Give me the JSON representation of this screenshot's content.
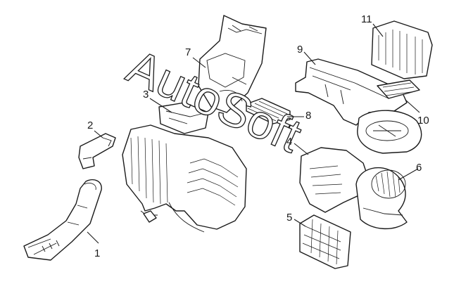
{
  "callouts": {
    "p1": "1",
    "p2": "2",
    "p3": "3",
    "p4": "4",
    "p5": "5",
    "p6": "6",
    "p7": "7",
    "p8": "8",
    "p9": "9",
    "p10": "10",
    "p11": "11"
  },
  "watermark": {
    "text": "AutoSoft"
  }
}
